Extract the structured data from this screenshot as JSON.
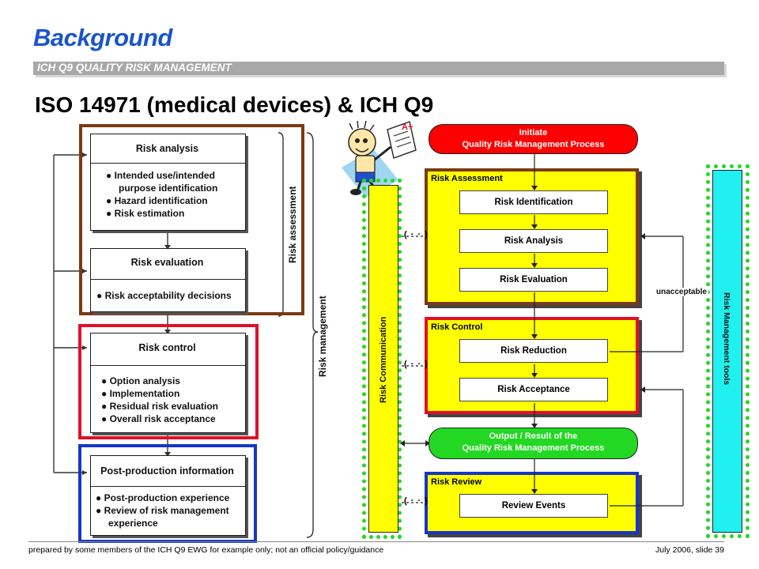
{
  "title": "Background",
  "banner": "ICH Q9 QUALITY RISK MANAGEMENT",
  "heading": "ISO 14971 (medical devices) & ICH Q9",
  "iso": {
    "risk_analysis": {
      "header": "Risk analysis",
      "items": [
        "Intended use/intended",
        "purpose identification",
        "Hazard identification",
        "Risk estimation"
      ]
    },
    "risk_evaluation": {
      "header": "Risk evaluation",
      "items": [
        "Risk acceptability decisions"
      ]
    },
    "risk_control": {
      "header": "Risk control",
      "items": [
        "Option analysis",
        "Implementation",
        "Residual risk evaluation",
        "Overall risk acceptance"
      ]
    },
    "post_production": {
      "header": "Post-production information",
      "items": [
        "Post-production experience",
        "Review of risk management",
        "experience"
      ]
    },
    "risk_assessment_label": "Risk assessment",
    "risk_management_label": "Risk management"
  },
  "ich": {
    "initiate": {
      "line1": "Initiate",
      "line2": "Quality Risk Management Process"
    },
    "risk_assessment_label": "Risk Assessment",
    "risk_identification": "Risk Identification",
    "risk_analysis": "Risk Analysis",
    "risk_evaluation": "Risk Evaluation",
    "risk_control_label": "Risk Control",
    "risk_reduction": "Risk Reduction",
    "risk_acceptance": "Risk Acceptance",
    "output": {
      "line1": "Output / Result of the",
      "line2": "Quality Risk Management Process"
    },
    "risk_review_label": "Risk Review",
    "review_events": "Review Events",
    "risk_communication": "Risk Communication",
    "risk_management_tools": "Risk Management tools",
    "unacceptable": "unacceptable",
    "dots": "( · · )"
  },
  "sticker": "A+",
  "footer": {
    "left": "prepared by some members of the ICH Q9 EWG for example only; not an official policy/guidance",
    "right": "July 2006, slide 39"
  },
  "colors": {
    "title_blue": "#1a55c8",
    "brown": "#7b3a10",
    "red": "#e0102a",
    "blue": "#1636c8",
    "yellow": "#ffff00",
    "green": "#22d822",
    "cyan": "#20f0f0"
  }
}
